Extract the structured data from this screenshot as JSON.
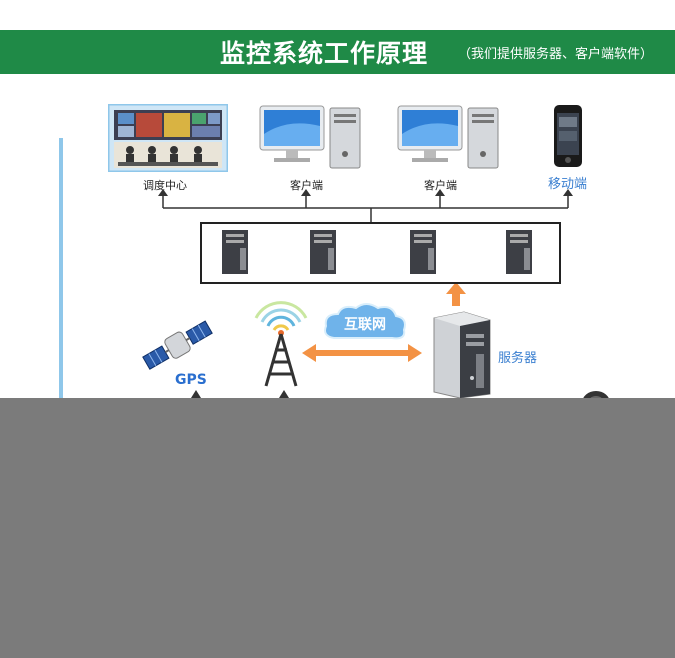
{
  "banner": {
    "title": "监控系统工作原理",
    "subtitle": "（我们提供服务器、客户端软件）",
    "color": "#1f8a47"
  },
  "nodes": {
    "dispatch_center": "调度中心",
    "client_1": "客户端",
    "client_2": "客户端",
    "mobile": "移动端",
    "gps": "GPS",
    "internet": "互联网",
    "server": "服务器"
  },
  "colors": {
    "arrow_orange": "#f39244",
    "cloud_blue": "#6fb3ea",
    "link_blue": "#3a7fd0",
    "covered_area": "#7b7b7b"
  }
}
